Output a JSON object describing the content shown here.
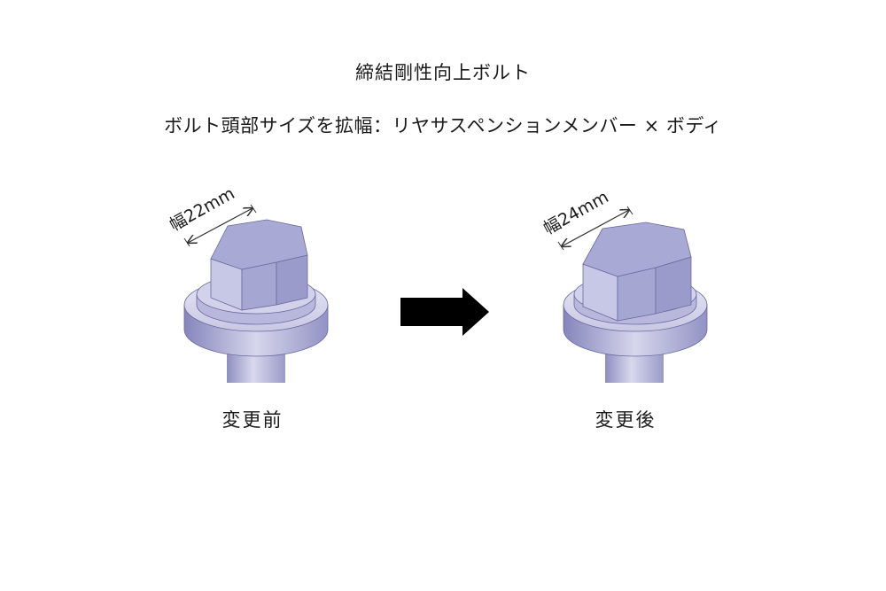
{
  "title": "締結剛性向上ボルト",
  "subtitle": "ボルト頭部サイズを拡幅：リヤサスペンションメンバー × ボディ",
  "before": {
    "width_label": "幅22mm",
    "caption": "変更前"
  },
  "after": {
    "width_label": "幅24mm",
    "caption": "変更後"
  },
  "colors": {
    "bolt_light": "#d9d9ee",
    "bolt_mid": "#a9a9d2",
    "bolt_dark": "#7a7ab0",
    "arrow": "#000000"
  }
}
